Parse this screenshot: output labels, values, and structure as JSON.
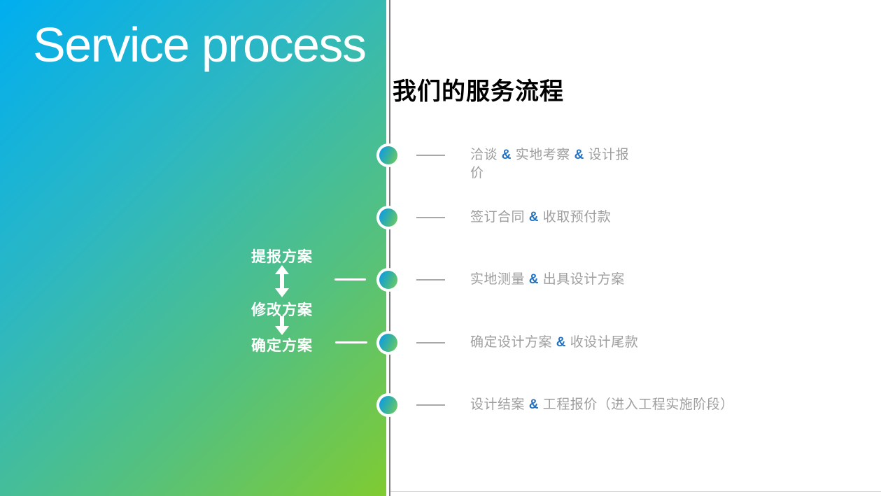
{
  "slide": {
    "title_en": "Service process",
    "heading_zh": "我们的服务流程"
  },
  "colors": {
    "gradient_start": "#00AEEF",
    "gradient_end": "#7FCB31",
    "divider_gray": "#7A7A7A",
    "step_text_gray": "#9E9E9E",
    "ampersand_blue": "#2272C3",
    "dot_ring": "#FFFFFF",
    "dot_gradient_start": "#149FD9",
    "dot_gradient_end": "#6CC966",
    "heading_black": "#000000",
    "side_label_white": "#FFFFFF"
  },
  "timeline": {
    "items": [
      {
        "text": "洽谈 & 实地考察 & 设计报价",
        "lines": [
          "洽谈 & 实地考察 & 设计报",
          "价"
        ]
      },
      {
        "text": "签订合同 & 收取预付款",
        "lines": [
          "签订合同 & 收取预付款"
        ]
      },
      {
        "text": "实地测量 & 出具设计方案",
        "lines": [
          "实地测量 & 出具设计方案"
        ]
      },
      {
        "text": "确定设计方案 & 收设计尾款",
        "lines": [
          "确定设计方案 & 收设计尾款"
        ]
      },
      {
        "text": "设计结案 & 工程报价（进入工程实施阶段）",
        "lines": [
          "设计结案 & 工程报价（进入工程实施阶段）"
        ]
      }
    ]
  },
  "side_labels": {
    "submit": "提报方案",
    "revise": "修改方案",
    "confirm": "确定方案"
  }
}
